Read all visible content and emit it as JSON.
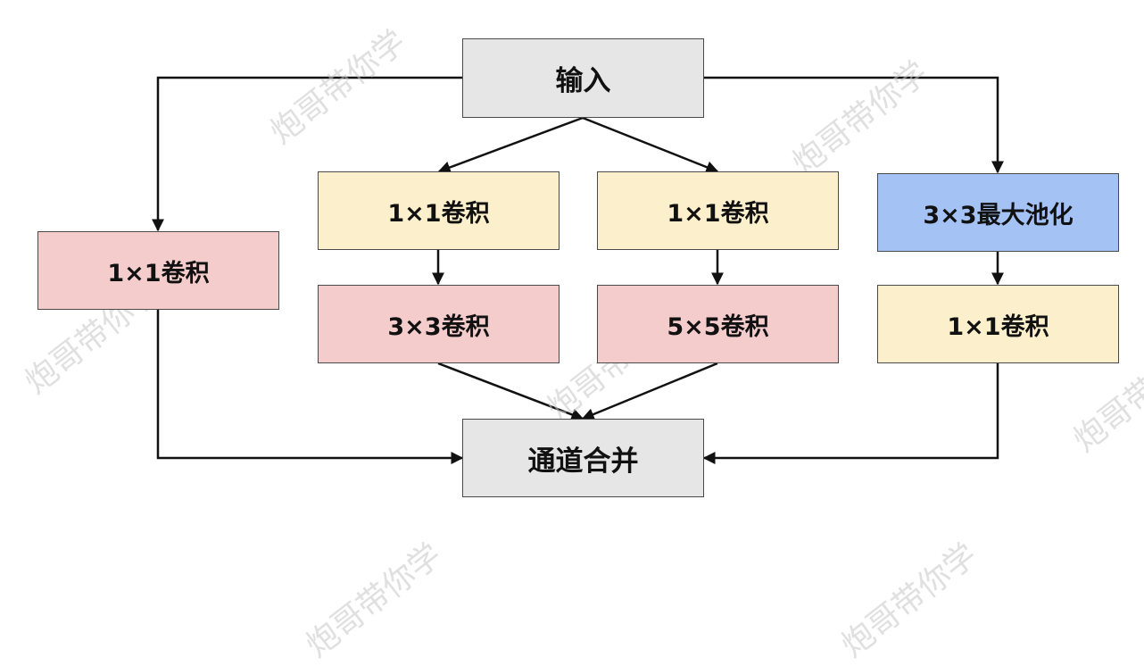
{
  "watermark": "炮哥带你学",
  "nodes": {
    "input": "输入",
    "b1_conv1x1": "1×1卷积",
    "b2_conv1x1": "1×1卷积",
    "b2_conv3x3": "3×3卷积",
    "b3_conv1x1": "1×1卷积",
    "b3_conv5x5": "5×5卷积",
    "b4_maxpool3x3": "3×3最大池化",
    "b4_conv1x1": "1×1卷积",
    "concat": "通道合并"
  },
  "colors": {
    "gray": "#e6e6e6",
    "yellow": "#fcf0cc",
    "pink": "#f4cccc",
    "blue": "#a4c2f4",
    "border": "#4a4a4a",
    "arrow": "#111111"
  }
}
